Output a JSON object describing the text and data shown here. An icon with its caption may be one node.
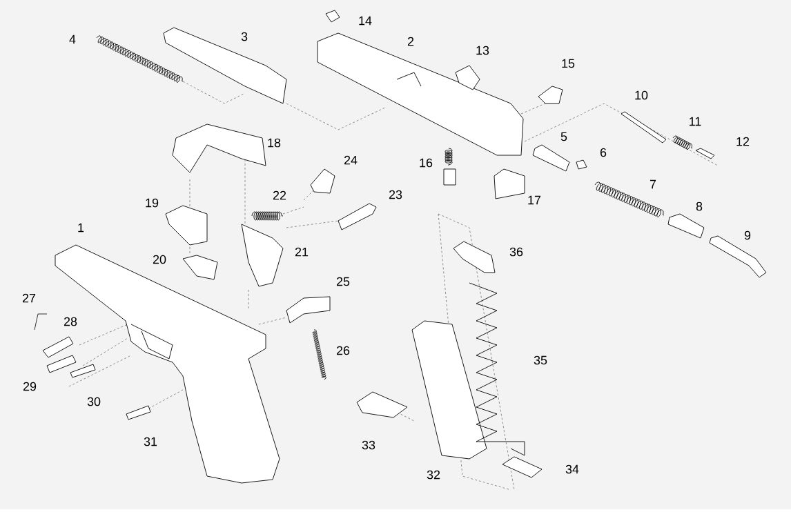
{
  "diagram": {
    "labels": [
      "1",
      "2",
      "3",
      "4",
      "5",
      "6",
      "7",
      "8",
      "9",
      "10",
      "11",
      "12",
      "13",
      "14",
      "15",
      "16",
      "17",
      "18",
      "19",
      "20",
      "21",
      "22",
      "23",
      "24",
      "25",
      "26",
      "27",
      "28",
      "29",
      "30",
      "31",
      "32",
      "33",
      "34",
      "35",
      "36"
    ]
  }
}
